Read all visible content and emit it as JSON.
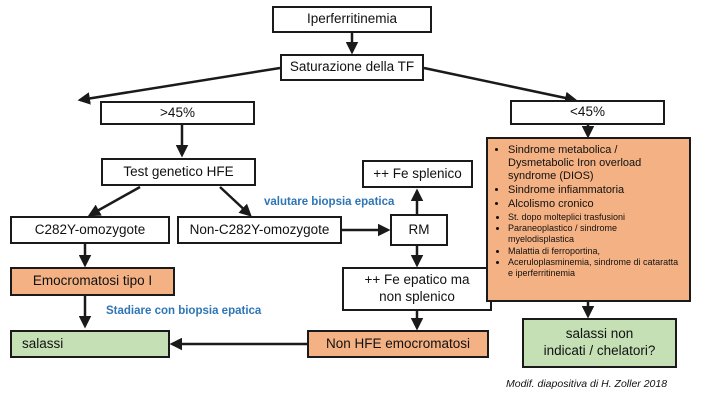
{
  "nodes": {
    "iperferritinemia": "Iperferritinemia",
    "saturazione": "Saturazione della TF",
    "gt45": ">45%",
    "lt45": "<45%",
    "test_hfe": "Test genetico HFE",
    "c282y_homo": "C282Y-omozygote",
    "non_c282y": "Non-C282Y-omozygote",
    "emocromatosi_tipo1": "Emocromatosi tipo I",
    "salassi": "salassi",
    "fe_splenico": "++ Fe splenico",
    "rm": "RM",
    "fe_epatico_line1": "++ Fe epatico ma",
    "fe_epatico_line2": "non splenico",
    "non_hfe": "Non HFE emocromatosi",
    "salassi_non_line1": "salassi non",
    "salassi_non_line2": "indicati / chelatori?"
  },
  "causes": [
    {
      "text": "Sindrome metabolica / Dysmetabolic Iron overload syndrome (DIOS)",
      "size": "big"
    },
    {
      "text": "Sindrome infiammatoria",
      "size": "big"
    },
    {
      "text": "Alcolismo cronico",
      "size": "big"
    },
    {
      "text": "St. dopo molteplici trasfusioni",
      "size": "small"
    },
    {
      "text": "Paraneoplastico / sindrome myelodisplastica",
      "size": "small"
    },
    {
      "text": "Malattia di ferroportina,",
      "size": "small"
    },
    {
      "text": "Aceruloplasminemia, sindrome di cataratta e iperferritinemia",
      "size": "small"
    }
  ],
  "notes": {
    "valutare": "valutare biopsia epatica",
    "stadiare": "Stadiare con biopsia epatica"
  },
  "credit": "Modif. diapositiva di H. Zoller 2018",
  "colors": {
    "orange": "#f4b183",
    "green": "#c5e0b4",
    "note_blue": "#2e75b6",
    "border": "#1a1a1a"
  }
}
